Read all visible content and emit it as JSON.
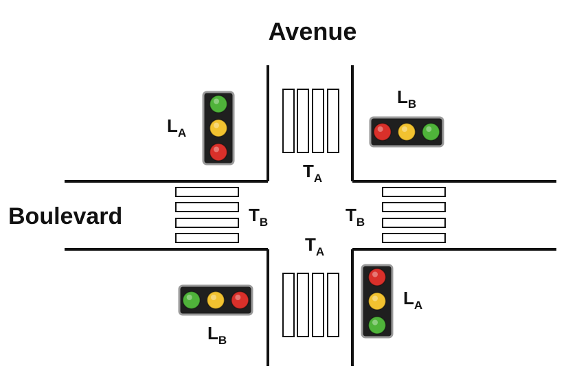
{
  "labels": {
    "avenue": "Avenue",
    "boulevard": "Boulevard"
  },
  "symbols": {
    "light_a": {
      "base": "L",
      "sub": "A"
    },
    "light_b": {
      "base": "L",
      "sub": "B"
    },
    "sensor_a": {
      "base": "T",
      "sub": "A"
    },
    "sensor_b": {
      "base": "T",
      "sub": "B"
    }
  },
  "colors": {
    "road_line": "#111111",
    "housing": "#1f1f1f",
    "housing_border": "#9a9a9a",
    "red": "#d9302a",
    "yellow": "#f2c230",
    "green": "#4fb33a"
  },
  "traffic_lights": [
    {
      "id": "upper-left",
      "label": "light_a",
      "orientation": "vertical",
      "lamps": [
        "green",
        "yellow",
        "red"
      ]
    },
    {
      "id": "upper-right",
      "label": "light_b",
      "orientation": "horizontal",
      "lamps": [
        "red",
        "yellow",
        "green"
      ]
    },
    {
      "id": "lower-left",
      "label": "light_b",
      "orientation": "horizontal",
      "lamps": [
        "green",
        "yellow",
        "red"
      ]
    },
    {
      "id": "lower-right",
      "label": "light_a",
      "orientation": "vertical",
      "lamps": [
        "red",
        "yellow",
        "green"
      ]
    }
  ]
}
